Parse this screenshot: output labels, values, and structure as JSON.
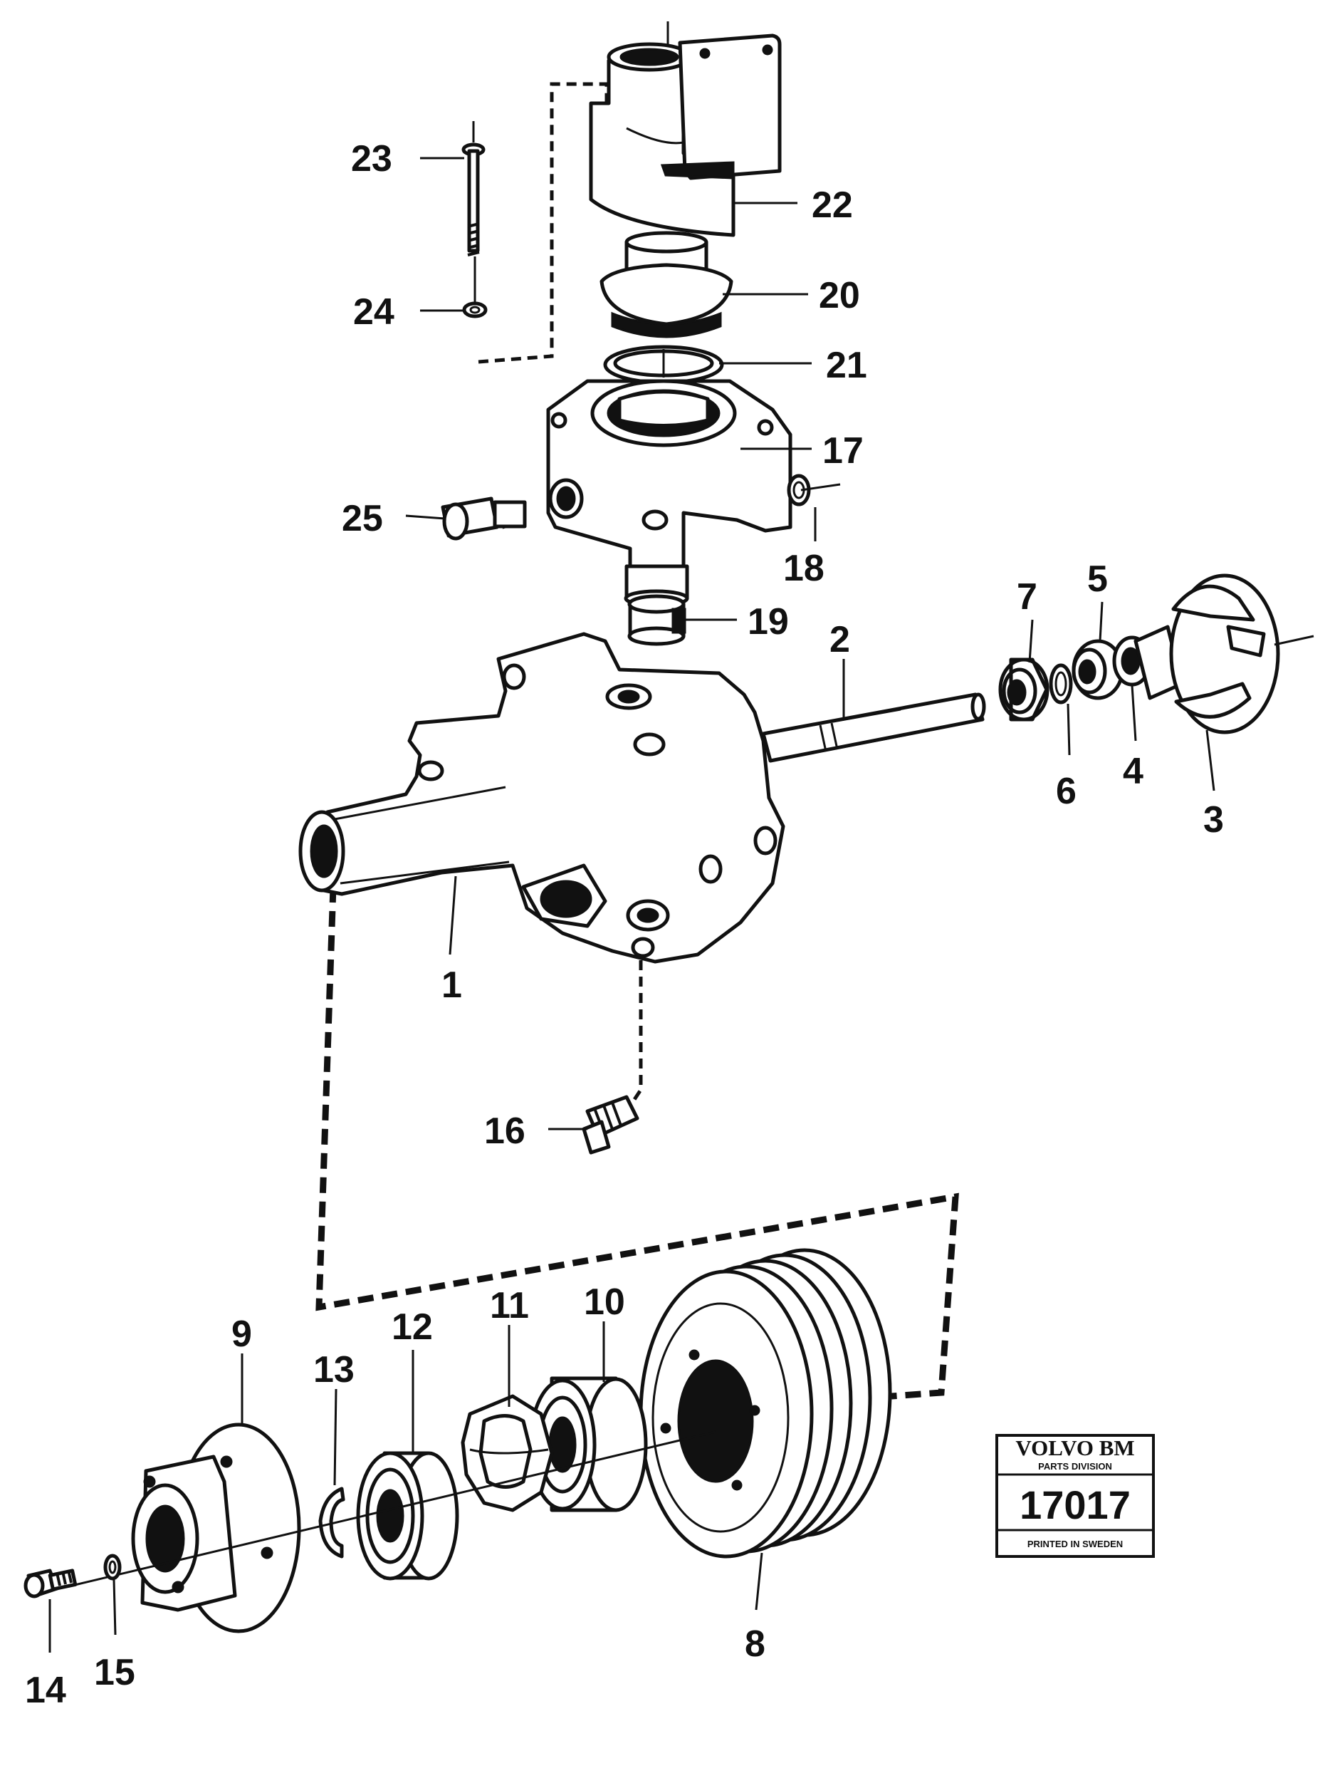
{
  "diagram": {
    "callouts": [
      "1",
      "2",
      "3",
      "4",
      "5",
      "6",
      "7",
      "8",
      "9",
      "10",
      "11",
      "12",
      "13",
      "14",
      "15",
      "16",
      "17",
      "18",
      "19",
      "20",
      "21",
      "22",
      "23",
      "24",
      "25"
    ]
  },
  "stamp": {
    "brand": "VOLVO BM",
    "division": "PARTS DIVISION",
    "number": "17017",
    "footer": "PRINTED IN SWEDEN"
  }
}
